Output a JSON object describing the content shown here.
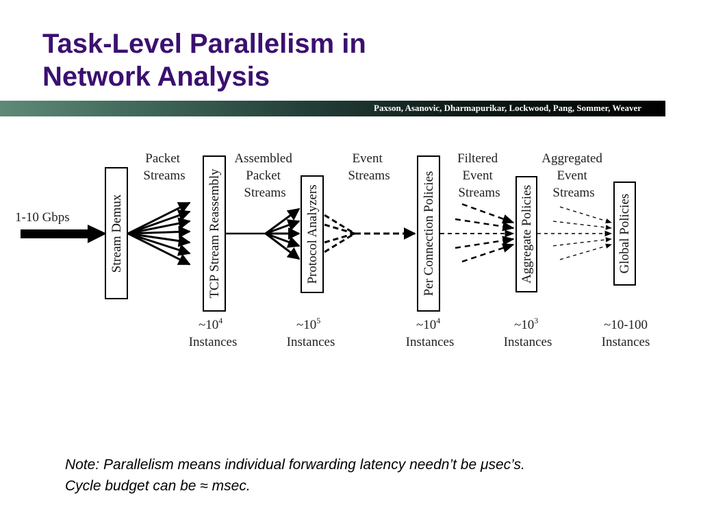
{
  "slide": {
    "title_line1": "Task-Level Parallelism in",
    "title_line2": "Network Analysis",
    "authors": "Paxson, Asanovic, Dharmapurikar, Lockwood, Pang, Sommer, Weaver"
  },
  "diagram": {
    "input_label": "1-10 Gbps",
    "boxes": [
      "Stream Demux",
      "TCP Stream Reassembly",
      "Protocol Analyzers",
      "Per Connection Policies",
      "Aggregate Policies",
      "Global Policies"
    ],
    "stream_labels": [
      [
        "Packet",
        "Streams"
      ],
      [
        "Assembled",
        "Packet",
        "Streams"
      ],
      [
        "Event",
        "Streams"
      ],
      [
        "Filtered",
        "Event",
        "Streams"
      ],
      [
        "Aggregated",
        "Event",
        "Streams"
      ]
    ],
    "instances": [
      {
        "base": "~10",
        "exp": "4",
        "label": "Instances"
      },
      {
        "base": "~10",
        "exp": "5",
        "label": "Instances"
      },
      {
        "base": "~10",
        "exp": "4",
        "label": "Instances"
      },
      {
        "base": "~10",
        "exp": "3",
        "label": "Instances"
      },
      {
        "base": "~10-100",
        "exp": "",
        "label": "Instances"
      }
    ]
  },
  "note": {
    "line1": "Note: Parallelism means individual forwarding latency needn’t be μsec’s.",
    "line2": "Cycle budget can be ≈ msec."
  }
}
